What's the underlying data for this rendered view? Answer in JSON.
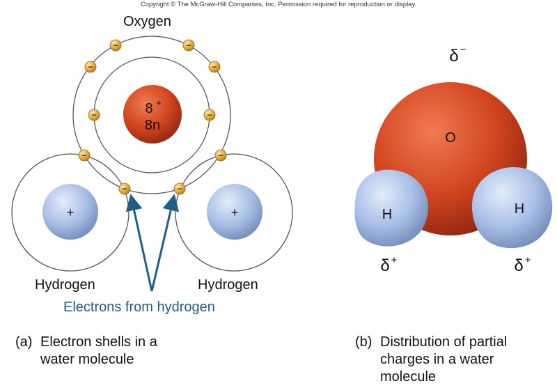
{
  "copyright": "Copyright © The McGraw-Hill Companies, Inc. Permission required for reproduction or display.",
  "panel_a": {
    "oxygen_label": "Oxygen",
    "nucleus_charge": "8",
    "nucleus_charge_sign": "+",
    "nucleus_neutrons": "8n",
    "hydrogen_left_label": "Hydrogen",
    "hydrogen_right_label": "Hydrogen",
    "proton_symbol": "+",
    "electron_symbol": "−",
    "arrow_label": "Electrons from hydrogen",
    "caption_letter": "(a)",
    "caption_line1": "Electron shells in a",
    "caption_line2": "water molecule"
  },
  "panel_b": {
    "delta_minus": "δ",
    "delta_minus_sign": "−",
    "oxygen_symbol": "O",
    "hydrogen_left_symbol": "H",
    "hydrogen_right_symbol": "H",
    "delta_plus_left": "δ",
    "delta_plus_left_sign": "+",
    "delta_plus_right": "δ",
    "delta_plus_right_sign": "+",
    "caption_letter": "(b)",
    "caption_line1": "Distribution of partial",
    "caption_line2": "charges in a water",
    "caption_line3": "molecule"
  },
  "colors": {
    "oxygen": "#c8401e",
    "hydrogen": "#a9bfe6",
    "electron": "#e0a63a",
    "arrow": "#1f5f86",
    "shell": "#555555"
  }
}
